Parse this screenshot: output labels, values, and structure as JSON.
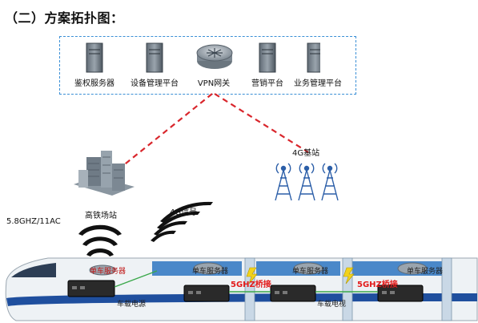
{
  "title": "（二）方案拓扑图：",
  "server_nodes": [
    {
      "label": "鉴权服务器",
      "icon": "server-icon"
    },
    {
      "label": "设备管理平台",
      "icon": "server-icon"
    },
    {
      "label": "VPN网关",
      "icon": "router-icon"
    },
    {
      "label": "营销平台",
      "icon": "server-icon"
    },
    {
      "label": "业务管理平台",
      "icon": "server-icon"
    }
  ],
  "station_label": "高铁场站",
  "base_station_label": "4G基站",
  "signal_4g_label": "4G信号",
  "wifi_label": "5.8GHZ/11AC",
  "train": {
    "server_labels": [
      "单车服务器",
      "单车服务器",
      "单车服务器",
      "单车服务器"
    ],
    "bridge_labels": [
      "5GHZ桥接",
      "5GHZ桥接"
    ],
    "aux_labels": [
      "车载电源",
      "车载电视"
    ]
  },
  "colors": {
    "dashed_box": "#3a8fd6",
    "link_line": "#d9262c",
    "bridge_text": "#e31b1b",
    "tower": "#2b5ea8"
  }
}
